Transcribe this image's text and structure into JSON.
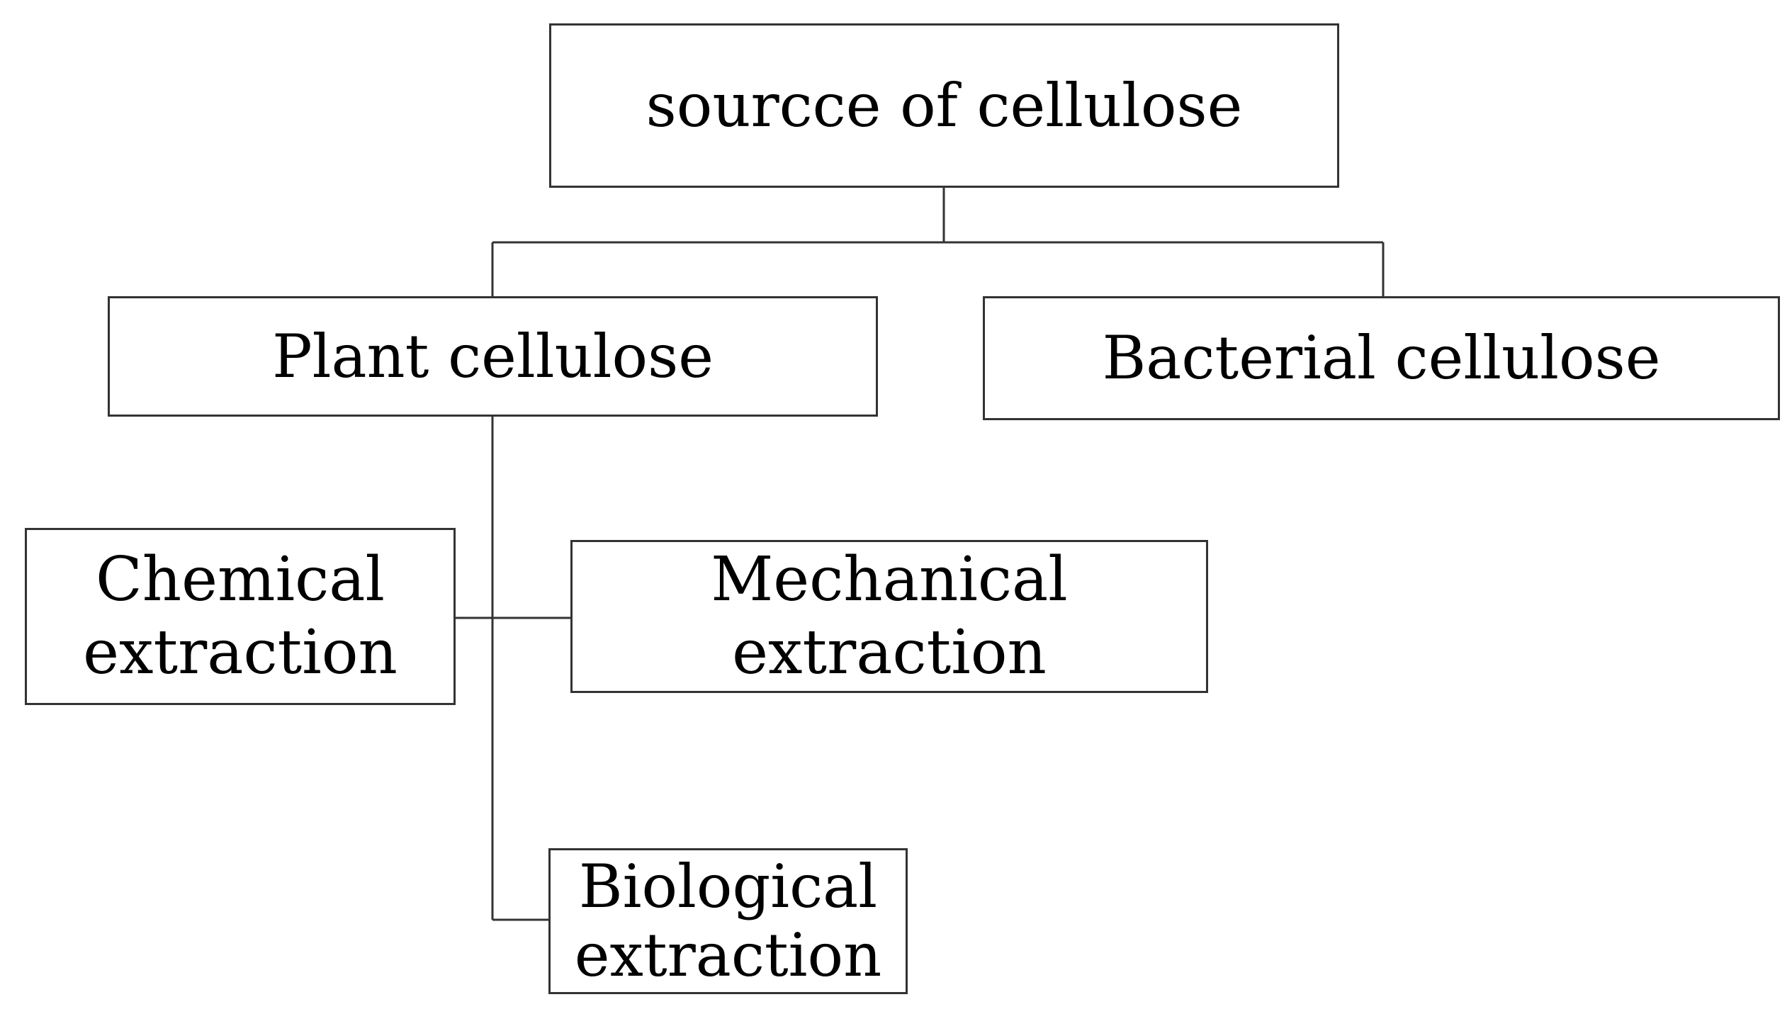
{
  "diagram": {
    "root": {
      "label": "sourcce of cellulose"
    },
    "plant": {
      "label": "Plant cellulose"
    },
    "bacterial": {
      "label": "Bacterial cellulose"
    },
    "chemical": {
      "line1": "Chemical",
      "line2": "extraction"
    },
    "mechanical": {
      "line1": "Mechanical",
      "line2": "extraction"
    },
    "biological": {
      "line1": "Biological",
      "line2": "extraction"
    }
  },
  "colors": {
    "line": "#333333",
    "text": "#000000",
    "background": "#ffffff"
  }
}
